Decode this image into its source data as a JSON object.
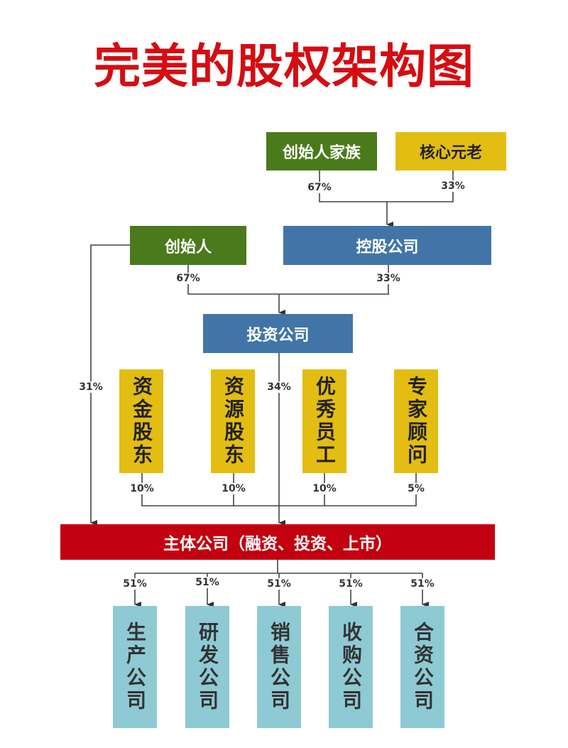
{
  "title": "完美的股权架构图",
  "nodes": {
    "founder_family": "创始人家族",
    "core_veterans": "核心元老",
    "founder": "创始人",
    "holding_company": "控股公司",
    "investment_company": "投资公司",
    "capital_shareholders": "资金股东",
    "resource_shareholders": "资源股东",
    "excellent_employees": "优秀员工",
    "expert_advisors": "专家顾问",
    "main_company": "主体公司（融资、投资、上市）",
    "subsidiaries": [
      "生产公司",
      "研发公司",
      "销售公司",
      "收购公司",
      "合资公司"
    ]
  },
  "percentages": {
    "founder_family_to_holding": "67%",
    "core_veterans_to_holding": "33%",
    "founder_to_investment": "67%",
    "holding_to_investment": "33%",
    "founder_to_main": "31%",
    "investment_to_main": "34%",
    "capital_shareholders": "10%",
    "resource_shareholders": "10%",
    "excellent_employees": "10%",
    "expert_advisors": "5%",
    "subsidiaries": [
      "51%",
      "51%",
      "51%",
      "51%",
      "51%"
    ]
  },
  "colors": {
    "title": "#d40d12",
    "green": "#4a7a1c",
    "yellow": "#e3bd12",
    "blue": "#4175a8",
    "red": "#c3000f",
    "teal": "#8ecad4"
  }
}
